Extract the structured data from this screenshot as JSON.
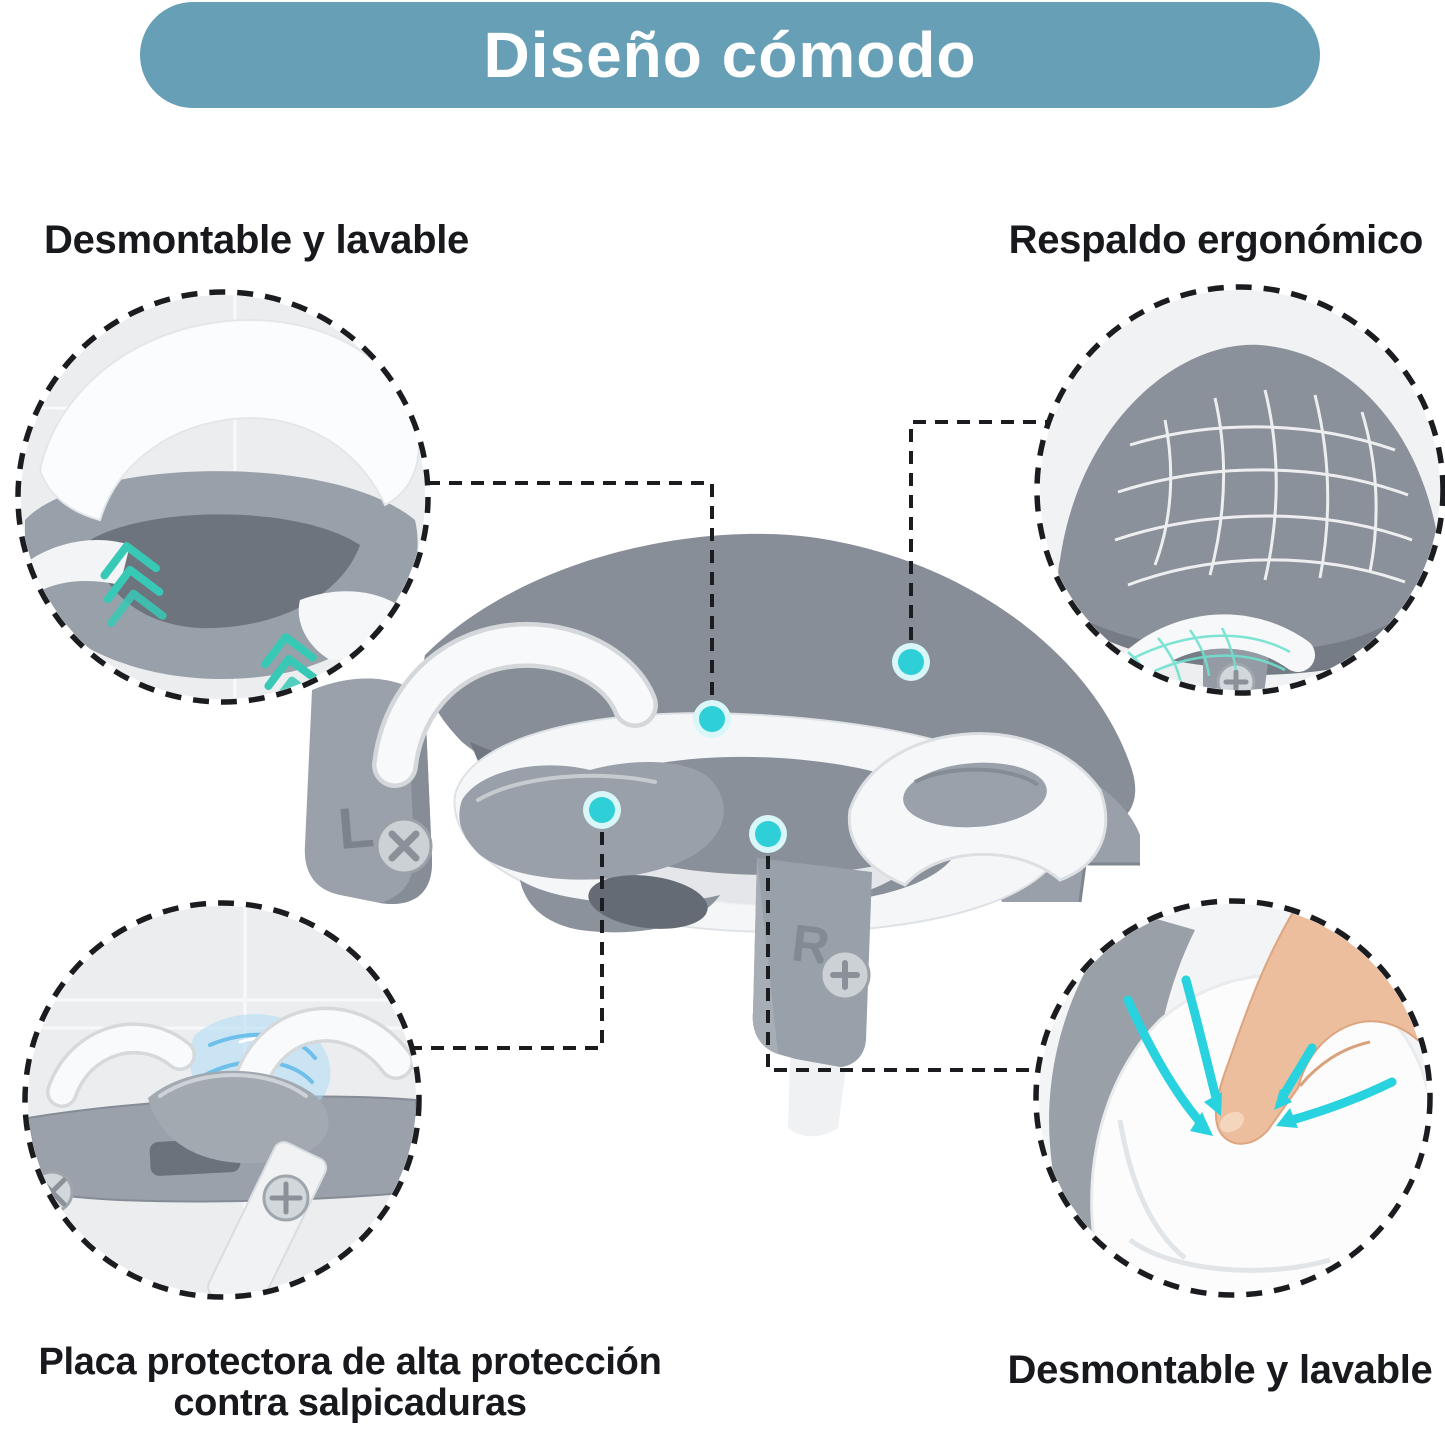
{
  "banner": {
    "title": "Diseño cómodo"
  },
  "labels": {
    "top_left": "Desmontable y lavable",
    "top_right": "Respaldo ergonómico",
    "bottom_left": "Placa protectora de alta protección contra salpicaduras",
    "bottom_right": "Desmontable y lavable"
  },
  "product": {
    "left_leg_marking": "L",
    "right_leg_marking": "R"
  },
  "colors": {
    "banner_bg": "#67a0b6",
    "banner_text": "#ffffff",
    "label_text": "#17191d",
    "connector": "#1a1c1f",
    "dot_core": "#2fcfd8",
    "dot_halo": "#d9f6f8",
    "chevron_teal": "#38c9b6",
    "splash_blue": "#5fb9e8",
    "arrow_cyan": "#28d2de",
    "product_gray": "#9aa1aa",
    "product_gray_dark": "#6e757e",
    "cushion_white": "#f7f8f9",
    "circle_bg": "#ebedef",
    "skin": "#ecbe9e"
  }
}
